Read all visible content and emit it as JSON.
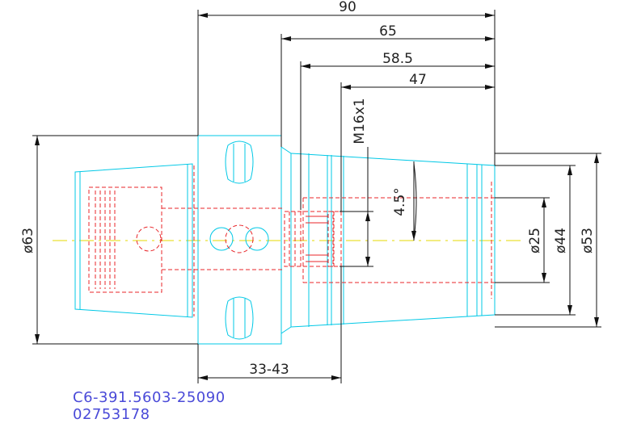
{
  "dimensions": {
    "overall_length": "90",
    "length_65": "65",
    "length_58_5": "58.5",
    "length_47": "47",
    "thread": "M16x1",
    "taper_angle": "4.5°",
    "dia_63": "ø63",
    "dia_25": "ø25",
    "dia_44": "ø44",
    "dia_53": "ø53",
    "adjust_range": "33-43"
  },
  "part": {
    "code": "C6-391.5603-25090",
    "number": "02753178"
  },
  "colors": {
    "outline": "#00c8e6",
    "hidden": "#e8262a",
    "centerline": "#e6d800",
    "dimension": "#111111",
    "part_text": "#4a4ad8"
  }
}
